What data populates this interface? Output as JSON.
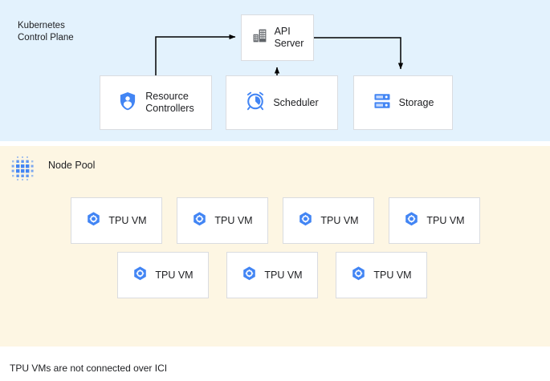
{
  "sections": {
    "control_plane": {
      "label": "Kubernetes\nControl Plane",
      "background": "#e3f2fd",
      "nodes": [
        {
          "id": "api-server",
          "label": "API\nServer",
          "icon": "building-icon",
          "icon_color": "#5f6368"
        },
        {
          "id": "resource-controllers",
          "label": "Resource\nControllers",
          "icon": "shield-user-icon",
          "icon_color": "#4285f4"
        },
        {
          "id": "scheduler",
          "label": "Scheduler",
          "icon": "alarm-clock-icon",
          "icon_color": "#4285f4"
        },
        {
          "id": "storage",
          "label": "Storage",
          "icon": "storage-stack-icon",
          "icon_color": "#4285f4"
        }
      ]
    },
    "node_pool": {
      "label": "Node Pool",
      "background": "#fdf6e3",
      "icon": "dot-matrix-icon",
      "icon_color": "#4285f4",
      "vm_icon": "hexagon-gear-icon",
      "vm_icon_color": "#4285f4",
      "rows": [
        {
          "vms": [
            "TPU VM",
            "TPU VM",
            "TPU VM",
            "TPU VM"
          ]
        },
        {
          "vms": [
            "TPU VM",
            "TPU VM",
            "TPU VM"
          ]
        }
      ]
    }
  },
  "connections": [
    {
      "from": "resource-controllers",
      "to": "api-server",
      "style": "orthogonal-arrow"
    },
    {
      "from": "scheduler",
      "to": "api-server",
      "style": "straight-arrow"
    },
    {
      "from": "api-server",
      "to": "storage",
      "style": "orthogonal-arrow"
    }
  ],
  "caption": "TPU VMs are not connected over ICI",
  "colors": {
    "control_plane_bg": "#e3f2fd",
    "node_pool_bg": "#fdf6e3",
    "box_bg": "#ffffff",
    "box_border": "#dadce0",
    "accent_blue": "#4285f4",
    "icon_gray": "#5f6368",
    "text": "#202124",
    "arrow": "#000000"
  }
}
